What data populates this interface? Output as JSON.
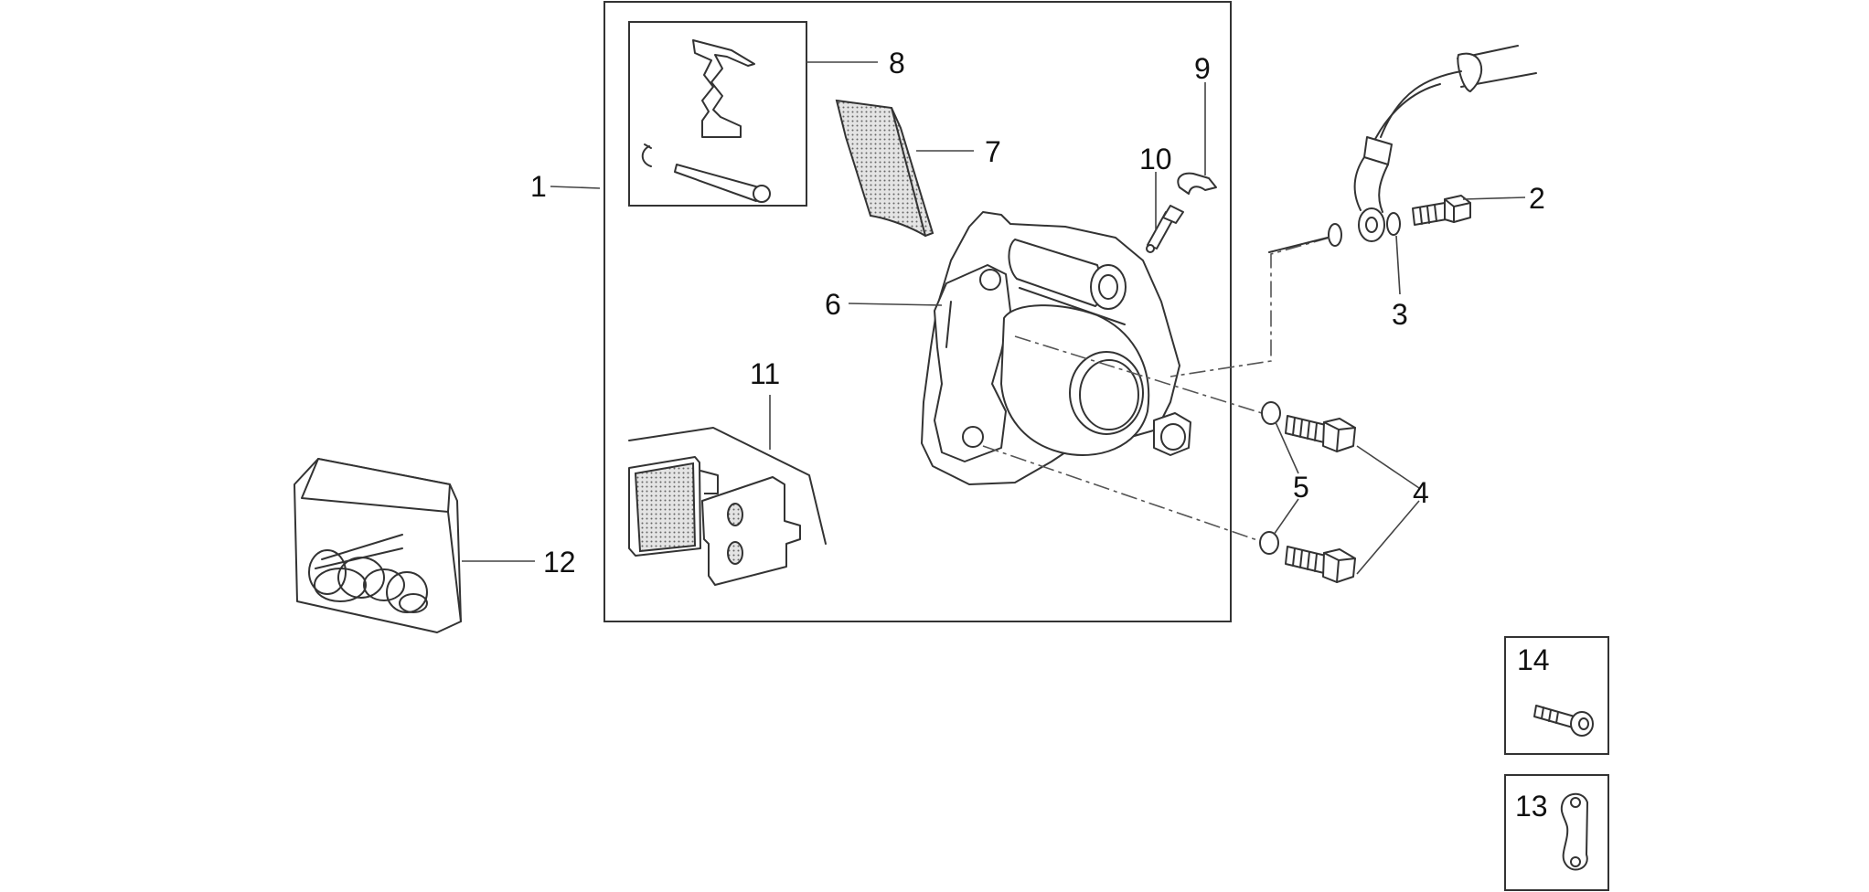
{
  "labels": {
    "l1": "1",
    "l2": "2",
    "l3": "3",
    "l4": "4",
    "l5": "5",
    "l6": "6",
    "l7": "7",
    "l8": "8",
    "l9": "9",
    "l10": "10",
    "l11": "11",
    "l12": "12",
    "l13": "13",
    "l14": "14"
  },
  "colors": {
    "line": "#333333",
    "background": "#ffffff"
  }
}
